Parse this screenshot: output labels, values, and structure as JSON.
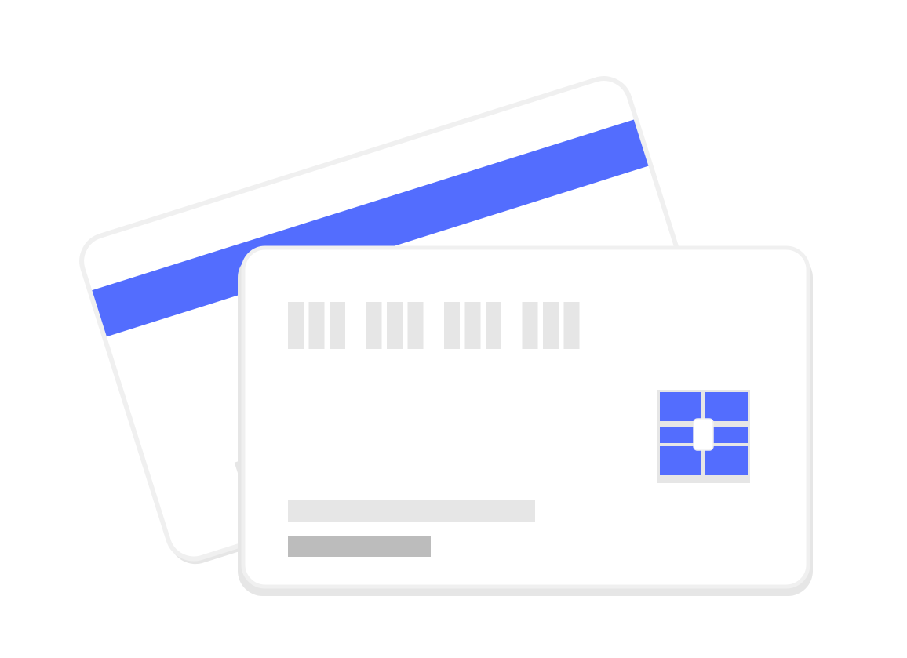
{
  "illustration": {
    "name": "credit-cards",
    "colors": {
      "accent": "#536dfe",
      "card_fill": "#ffffff",
      "card_border": "#f0f0f0",
      "card_shadow": "#e6e6e6",
      "placeholder_light": "#e6e6e6",
      "placeholder_dark": "#bcbcbc"
    },
    "back_card": {
      "elements": [
        "magnetic-stripe",
        "text-placeholder",
        "text-placeholder"
      ]
    },
    "front_card": {
      "number_groups": 4,
      "digits_per_group": 3,
      "elements": [
        "card-number",
        "chip",
        "name-line",
        "expiry-line"
      ]
    }
  }
}
